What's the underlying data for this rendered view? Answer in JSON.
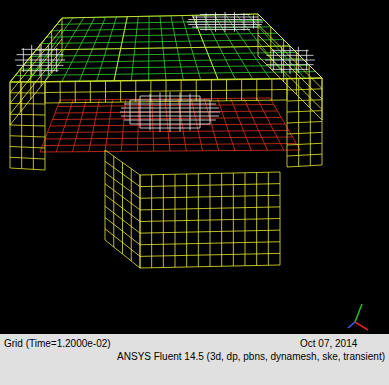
{
  "diagram": {
    "labels": [
      "Grid (Time=1.2000e-02)",
      "Oct 07, 2014",
      "ANSYS Fluent 14.5 (3d, dp, pbns, dynamesh, ske, transient)"
    ]
  }
}
